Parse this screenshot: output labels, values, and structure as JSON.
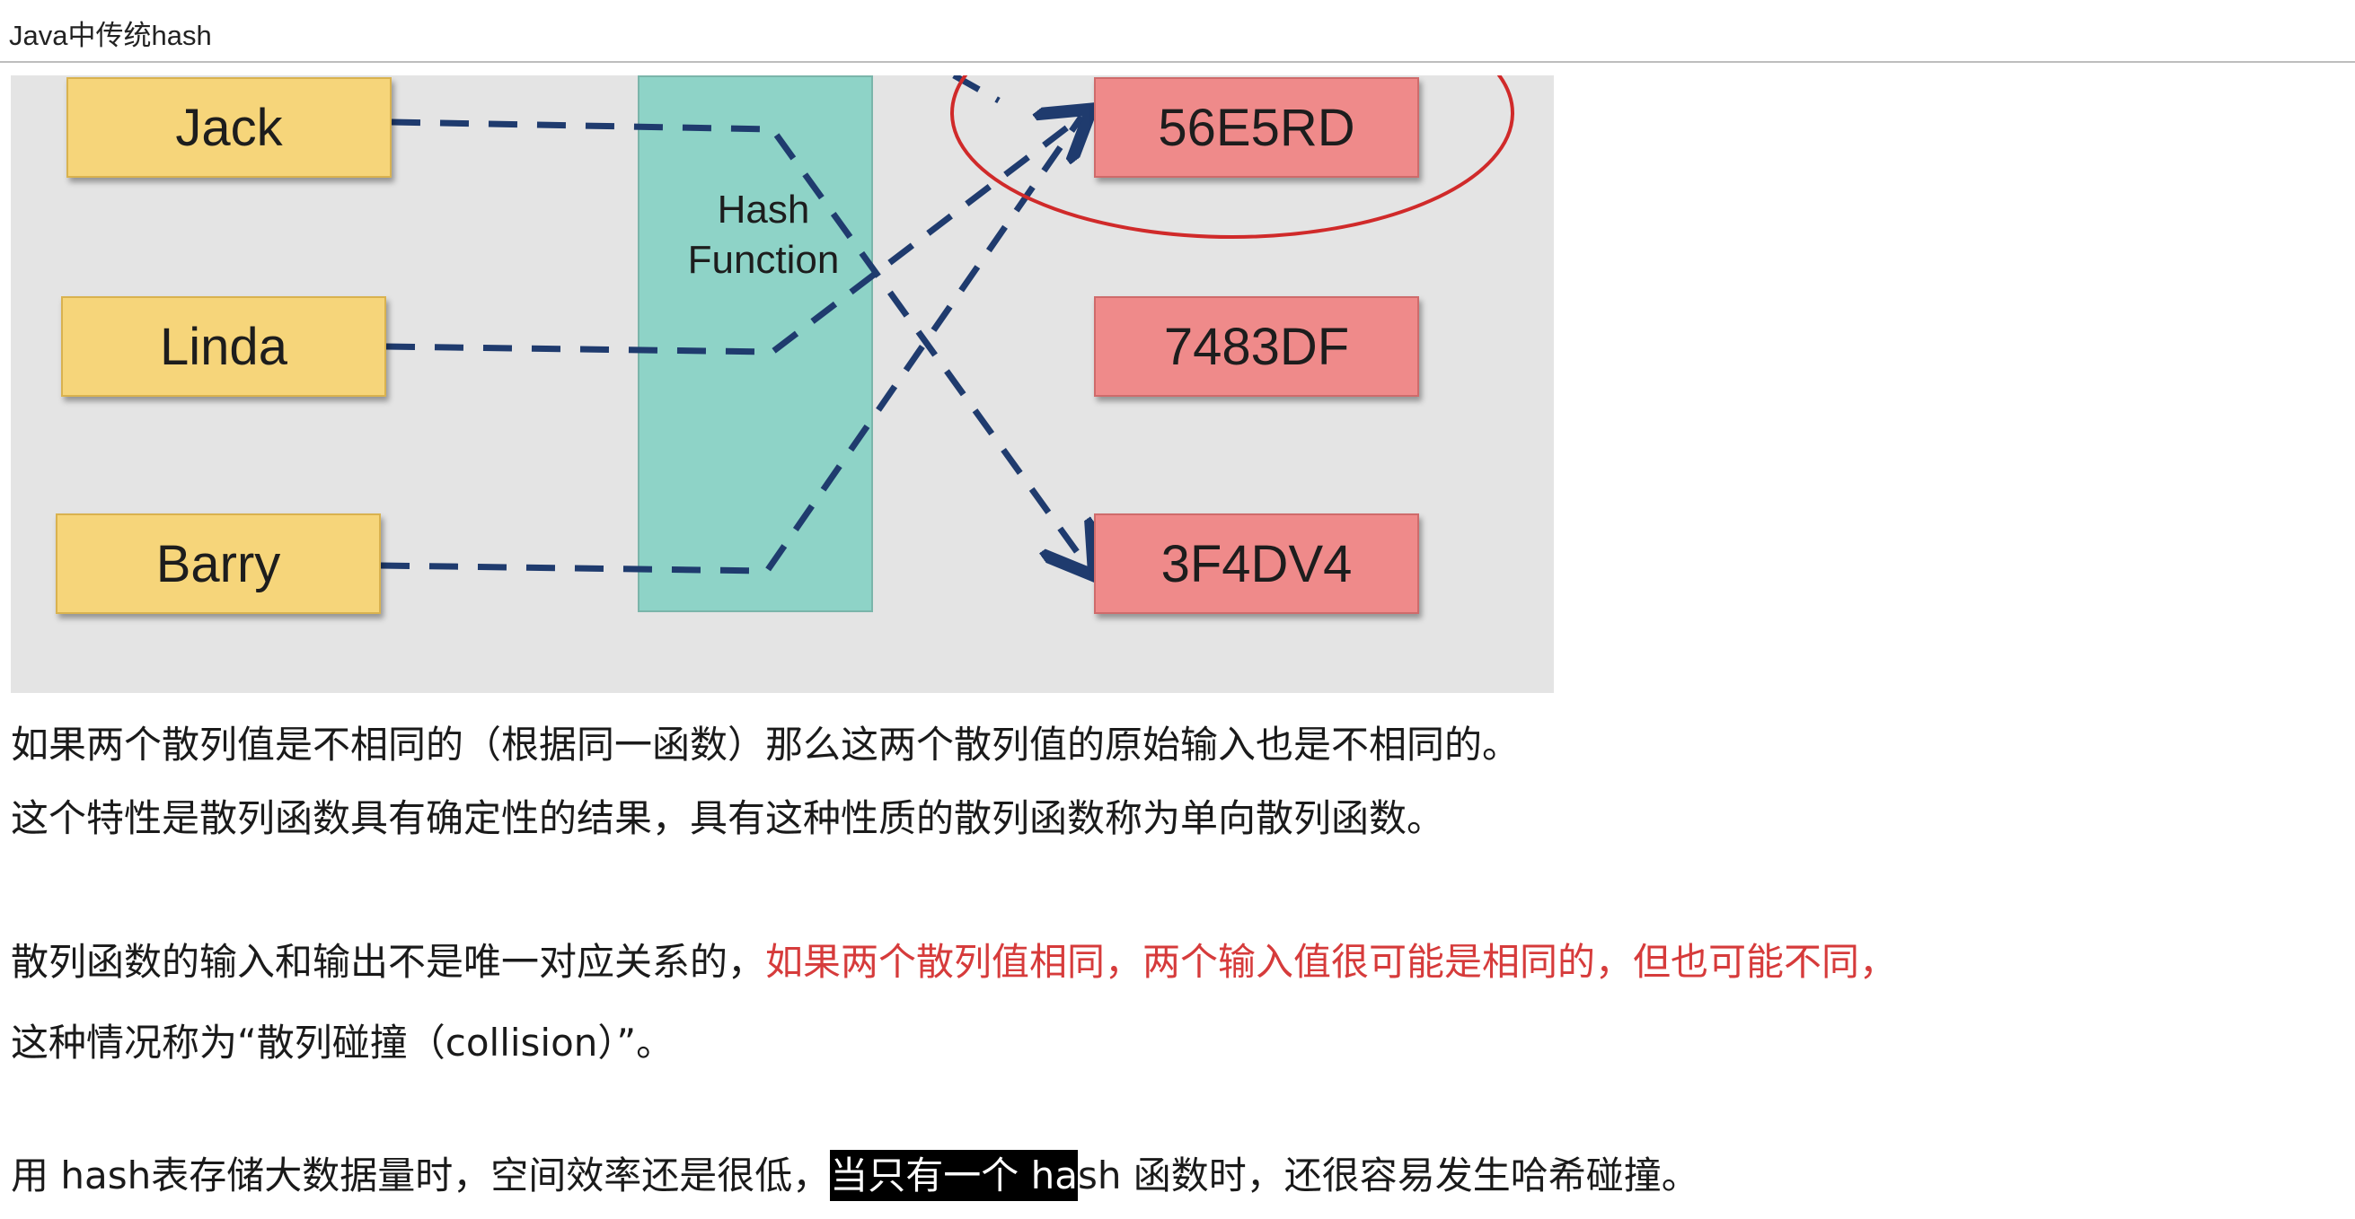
{
  "window": {
    "title": "Java中传统hash"
  },
  "diagram": {
    "inputs": [
      "Jack",
      "Linda",
      "Barry"
    ],
    "function_line1": "Hash",
    "function_line2": "Function",
    "outputs": [
      "56E5RD",
      "7483DF",
      "3F4DV4"
    ],
    "colors": {
      "background": "#e4e4e4",
      "input_box": "#f6d57a",
      "output_box": "#ef8a8a",
      "hash_function": "#8ed3c7",
      "arrow": "#1f3b6e",
      "highlight_circle": "#d02a2a"
    }
  },
  "paragraphs": {
    "p1_line1": "如果两个散列值是不相同的（根据同一函数）那么这两个散列值的原始输入也是不相同的。",
    "p1_line2": "这个特性是散列函数具有确定性的结果，具有这种性质的散列函数称为单向散列函数。",
    "p2_line1_a": "散列函数的输入和输出不是唯一对应关系的，",
    "p2_line1_b": "如果两个散列值相同，两个输入值很可能是相同的，但也可能不同，",
    "p2_line2": "这种情况称为“散列碰撞（collision）”。",
    "p3_a": "用 hash表存储大数据量时，空间效率还是很低，",
    "p3_selected_1": "当只有一个 h",
    "p3_selected_2": "a",
    "p3_b": "sh 函数时，还很容易发生哈希碰撞。"
  }
}
